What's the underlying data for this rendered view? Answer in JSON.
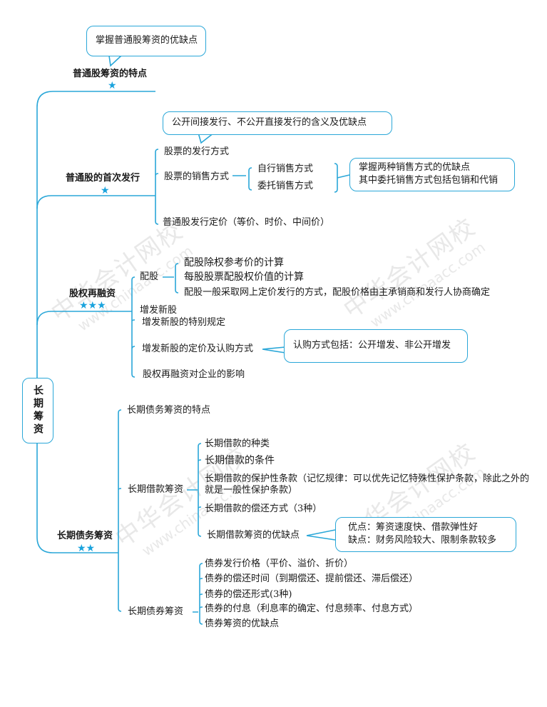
{
  "watermark": {
    "cn": "中华会计网校",
    "en": "www.chinaacc.com"
  },
  "root": {
    "label": "长期筹资"
  },
  "colors": {
    "line": "#2aa7d8",
    "star": "#1aa3dd",
    "text": "#1a1a1a"
  },
  "branches": {
    "common_stock_features": {
      "label": "普通股筹资的特点",
      "stars": "★",
      "note": "掌握普通股筹资的优缺点"
    },
    "ipo": {
      "label": "普通股的首次发行",
      "stars": "★",
      "note_issue": "公开间接发行、不公开直接发行的含义及优缺点",
      "children": {
        "issue_method": "股票的发行方式",
        "sales_method": "股票的销售方式",
        "sales_self": "自行销售方式",
        "sales_entrust": "委托销售方式",
        "sales_note_line1": "掌握两种销售方式的优缺点",
        "sales_note_line2": "其中委托销售方式包括包销和代销",
        "pricing": "普通股发行定价（等价、时价、中间价）"
      }
    },
    "equity_refinancing": {
      "label": "股权再融资",
      "stars": "★★★",
      "children": {
        "rights_issue": "配股",
        "rights_1": "配股除权参考价的计算",
        "rights_2": "每股股票配股权价值的计算",
        "rights_3": "配股一般采取网上定价发行的方式，配股价格由主承销商和发行人协商确定",
        "seo": "增发新股",
        "seo_special": "增发新股的特别规定",
        "seo_pricing": "增发新股的定价及认购方式",
        "seo_note": "认购方式包括：公开增发、非公开增发",
        "impact": "股权再融资对企业的影响"
      }
    },
    "long_term_debt": {
      "label": "长期债务筹资",
      "stars": "★★",
      "features": "长期债务筹资的特点",
      "loans": {
        "label": "长期借款筹资",
        "items": [
          "长期借款的种类",
          "长期借款的条件",
          "长期借款的保护性条款（记忆规律：可以优先记忆特殊性保护条款，除此之外的",
          "就是一般性保护条款）",
          "长期借款的偿还方式（3种）",
          "长期借款筹资的优缺点"
        ],
        "note_pros": "优点：筹资速度快、借款弹性好",
        "note_cons": "缺点：财务风险较大、限制条款较多"
      },
      "bonds": {
        "label": "长期债券筹资",
        "items": [
          "债券发行价格（平价、溢价、折价）",
          "债券的偿还时间（到期偿还、提前偿还、滞后偿还）",
          "债券的偿还形式(3种)",
          "债券的付息（利息率的确定、付息频率、付息方式）",
          "债券筹资的优缺点"
        ]
      }
    }
  }
}
